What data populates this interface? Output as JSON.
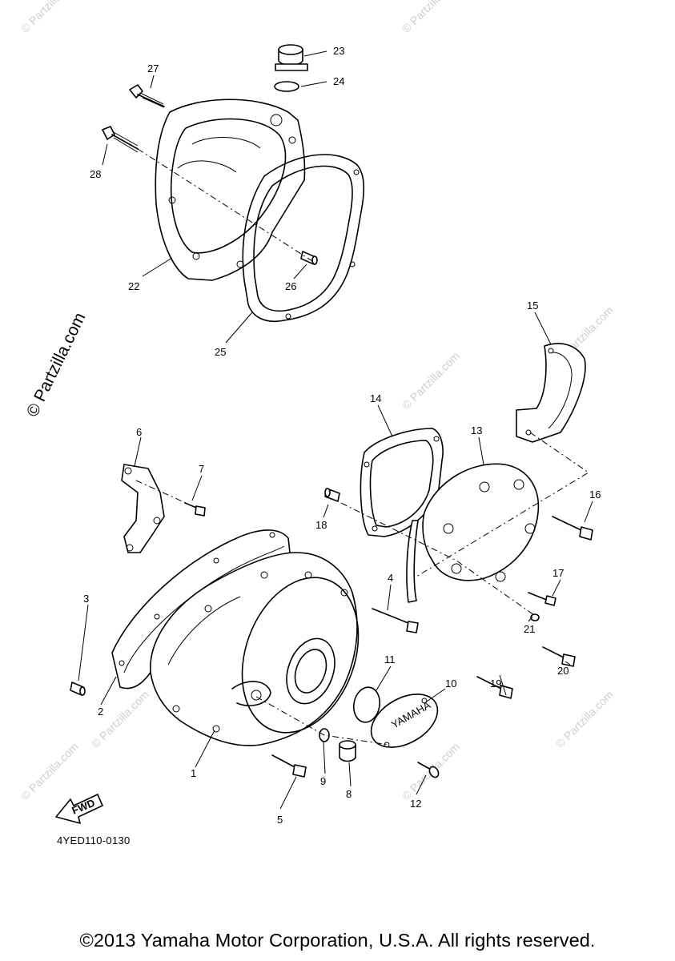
{
  "diagram": {
    "code": "4YED110-0130",
    "copyright": "©2013 Yamaha Motor Corporation, U.S.A. All rights reserved.",
    "watermark": "© Partzilla.com",
    "fwd_label": "FWD",
    "cover_logo": "YAMAHA",
    "callouts": [
      {
        "n": "1"
      },
      {
        "n": "2"
      },
      {
        "n": "3"
      },
      {
        "n": "4"
      },
      {
        "n": "5"
      },
      {
        "n": "6"
      },
      {
        "n": "7"
      },
      {
        "n": "8"
      },
      {
        "n": "9"
      },
      {
        "n": "10"
      },
      {
        "n": "11"
      },
      {
        "n": "12"
      },
      {
        "n": "13"
      },
      {
        "n": "14"
      },
      {
        "n": "15"
      },
      {
        "n": "16"
      },
      {
        "n": "17"
      },
      {
        "n": "18"
      },
      {
        "n": "19"
      },
      {
        "n": "20"
      },
      {
        "n": "21"
      },
      {
        "n": "22"
      },
      {
        "n": "23"
      },
      {
        "n": "24"
      },
      {
        "n": "25"
      },
      {
        "n": "26"
      },
      {
        "n": "27"
      },
      {
        "n": "28"
      }
    ]
  }
}
